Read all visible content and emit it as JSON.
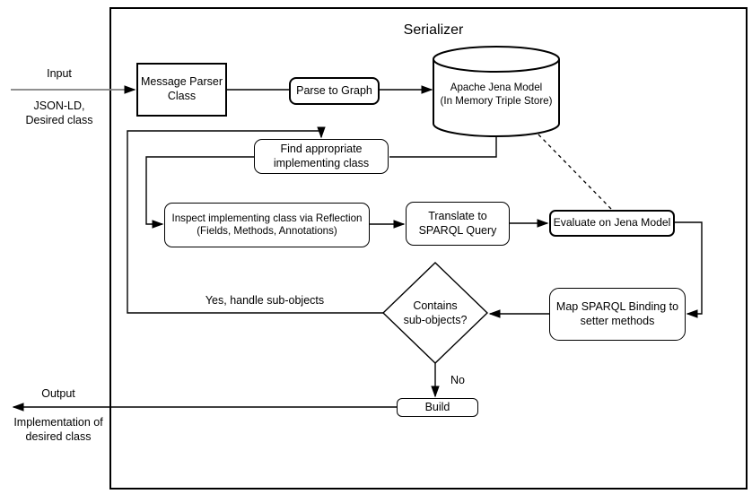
{
  "diagram": {
    "title": "Serializer",
    "nodes": {
      "message_parser": "Message Parser\nClass",
      "parse_to_graph": "Parse to Graph",
      "jena_model": "Apache Jena Model\n(In Memory Triple Store)",
      "find_class": "Find appropriate\nimplementing class",
      "inspect": "Inspect implementing class via Reflection\n(Fields, Methods, Annotations)",
      "translate": "Translate to\nSPARQL Query",
      "evaluate": "Evaluate on Jena Model",
      "map_binding": "Map SPARQL Binding to\nsetter methods",
      "contains_decision": "Contains\nsub-objects?",
      "build": "Build"
    },
    "labels": {
      "input": "Input",
      "input_detail": "JSON-LD,\nDesired class",
      "yes_branch": "Yes, handle sub-objects",
      "no_branch": "No",
      "output": "Output",
      "output_detail": "Implementation of\ndesired class"
    },
    "colors": {
      "line": "#000000",
      "input_line": "#808080",
      "background": "#ffffff"
    }
  }
}
